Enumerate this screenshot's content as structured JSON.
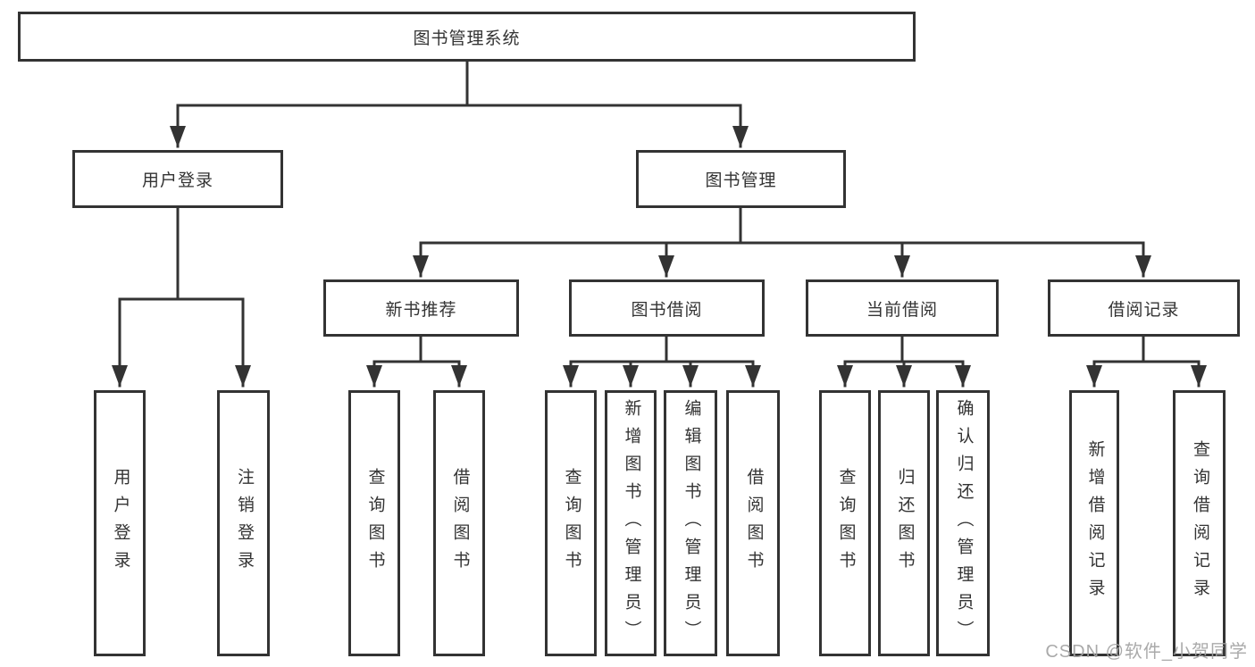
{
  "tree": {
    "label": "图书管理系统",
    "children": [
      {
        "label": "用户登录",
        "children": [
          {
            "label": "用户登录"
          },
          {
            "label": "注销登录"
          }
        ]
      },
      {
        "label": "图书管理",
        "children": [
          {
            "label": "新书推荐",
            "children": [
              {
                "label": "查询图书"
              },
              {
                "label": "借阅图书"
              }
            ]
          },
          {
            "label": "图书借阅",
            "children": [
              {
                "label": "查询图书"
              },
              {
                "label": "新增图书（管理员）"
              },
              {
                "label": "编辑图书（管理员）"
              },
              {
                "label": "借阅图书"
              }
            ]
          },
          {
            "label": "当前借阅",
            "children": [
              {
                "label": "查询图书"
              },
              {
                "label": "归还图书"
              },
              {
                "label": "确认归还（管理员）"
              }
            ]
          },
          {
            "label": "借阅记录",
            "children": [
              {
                "label": "新增借阅记录"
              },
              {
                "label": "查询借阅记录"
              }
            ]
          }
        ]
      }
    ]
  },
  "watermark": {
    "text": "CSDN @软件_小贺同学"
  },
  "colors": {
    "line": "#333333",
    "text": "#333333",
    "watermark": "#a3a3a3",
    "background": "#ffffff"
  }
}
